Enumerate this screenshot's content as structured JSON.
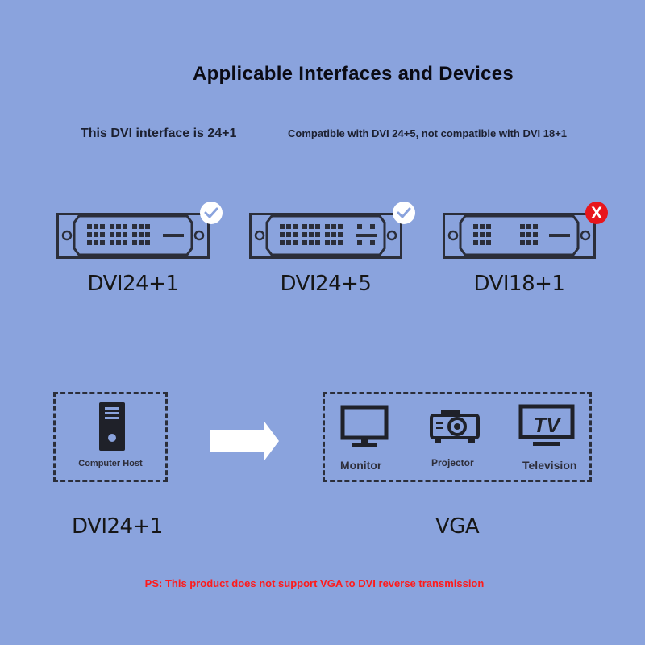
{
  "header": {
    "title": "Applicable Interfaces and Devices",
    "subtitle_left": "This DVI interface is 24+1",
    "subtitle_right": "Compatible with DVI 24+5, not compatible with DVI 18+1"
  },
  "connectors": [
    {
      "label": "DVI24+1",
      "status": "supported",
      "status_icon": "check-circle-icon"
    },
    {
      "label": "DVI24+5",
      "status": "supported",
      "status_icon": "check-circle-icon"
    },
    {
      "label": "DVI18+1",
      "status": "unsupported",
      "status_icon": "x-circle-icon",
      "status_glyph": "X"
    }
  ],
  "source": {
    "label": "Computer Host",
    "icon": "computer-tower-icon",
    "port": "DVI24+1"
  },
  "targets": {
    "port": "VGA",
    "devices": [
      {
        "label": "Monitor",
        "icon": "monitor-icon"
      },
      {
        "label": "Projector",
        "icon": "projector-icon"
      },
      {
        "label": "Television",
        "icon": "tv-icon",
        "icon_text": "TV"
      }
    ]
  },
  "note": "PS: This product does not support VGA to DVI reverse transmission",
  "colors": {
    "background": "#8aa3dd",
    "outline": "#2b2e3a",
    "warning": "#ff1a1a",
    "reject": "#e8161c"
  }
}
